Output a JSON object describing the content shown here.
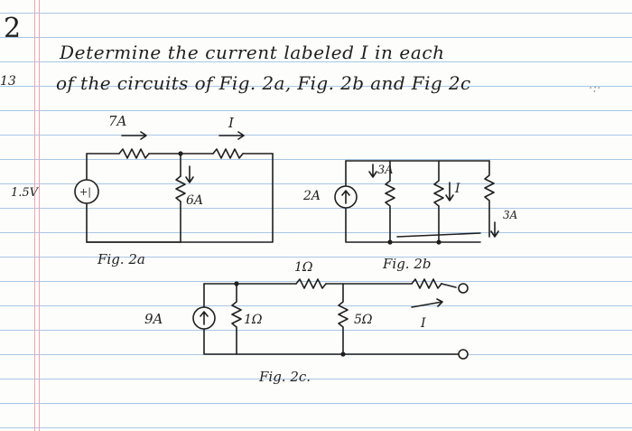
{
  "problem": {
    "number": "2",
    "points": "13",
    "line1": "Determine the current labeled I in each",
    "line2": "of the circuits of Fig. 2a, Fig. 2b and Fig 2c"
  },
  "fig2a": {
    "caption": "Fig. 2a",
    "source_voltage": "1.5V",
    "source_polarity": "+|",
    "current_7a": "7A",
    "current_i": "I",
    "current_6a": "6A"
  },
  "fig2b": {
    "caption": "Fig. 2b",
    "source_current": "2A",
    "current_3a_top": "3A",
    "current_i": "I",
    "current_3a_right": "3A"
  },
  "fig2c": {
    "caption": "Fig. 2c.",
    "source_current": "9A",
    "r_shunt": "1Ω",
    "r_series": "1Ω",
    "r_right": "5Ω",
    "current_i": "I"
  },
  "colors": {
    "ink": "#1f1f1f",
    "rule_line": "#a9c7e6",
    "margin_line": "#eea5b4",
    "paper": "#fdfdfb"
  }
}
